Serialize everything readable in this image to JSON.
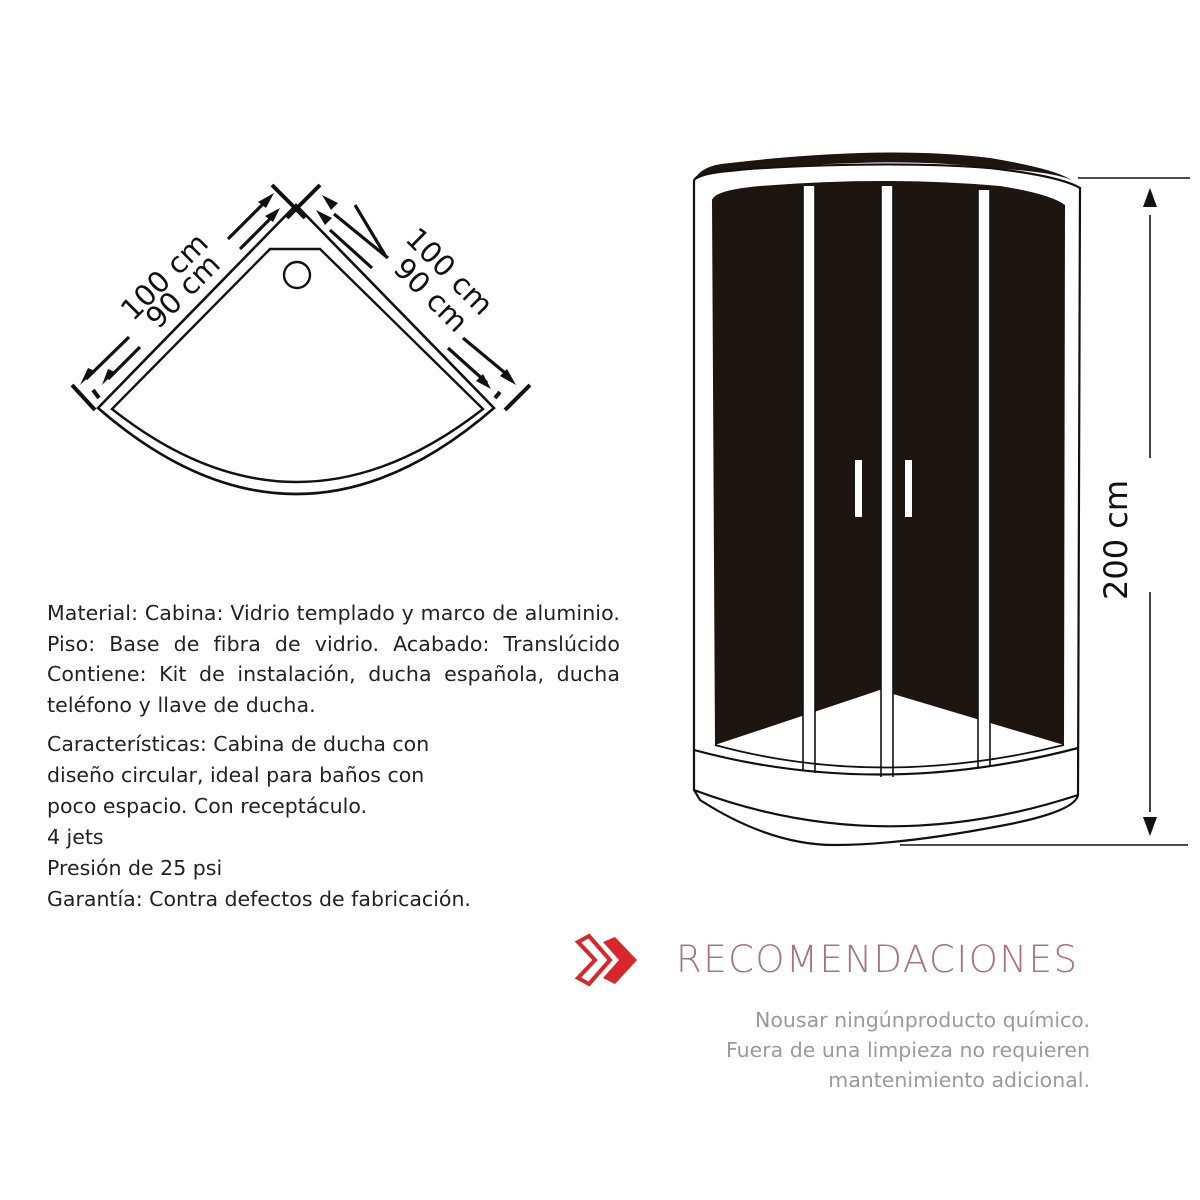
{
  "floor_plan": {
    "left_side": {
      "outer_label": "100 cm",
      "inner_label": "90 cm"
    },
    "right_side": {
      "outer_label": "100 cm",
      "inner_label": "90 cm"
    }
  },
  "cabin_drawing": {
    "height_label": "200 cm",
    "fill_color": "#1e1410"
  },
  "specifications": {
    "material_paragraph": "Material: Cabina: Vidrio templado y marco de aluminio. Piso: Base de fibra de vidrio. Acabado: Translúcido Contiene: Kit de instalación, ducha española, ducha teléfono y llave de ducha.",
    "features_lines": [
      "Características: Cabina de ducha con",
      "diseño circular, ideal para baños con",
      "poco espacio. Con receptáculo.",
      "4 jets",
      "Presión de 25 psi",
      "Garantía: Contra defectos de fabricación."
    ]
  },
  "recommendations": {
    "icon": "double-chevron-right-icon",
    "icon_color": "#d9262b",
    "title": "RECOMENDACIONES",
    "title_color": "#a8737f",
    "lines": [
      "Nousar ningúnproducto químico.",
      "Fuera de una limpieza no requieren",
      "mantenimiento adicional."
    ]
  }
}
